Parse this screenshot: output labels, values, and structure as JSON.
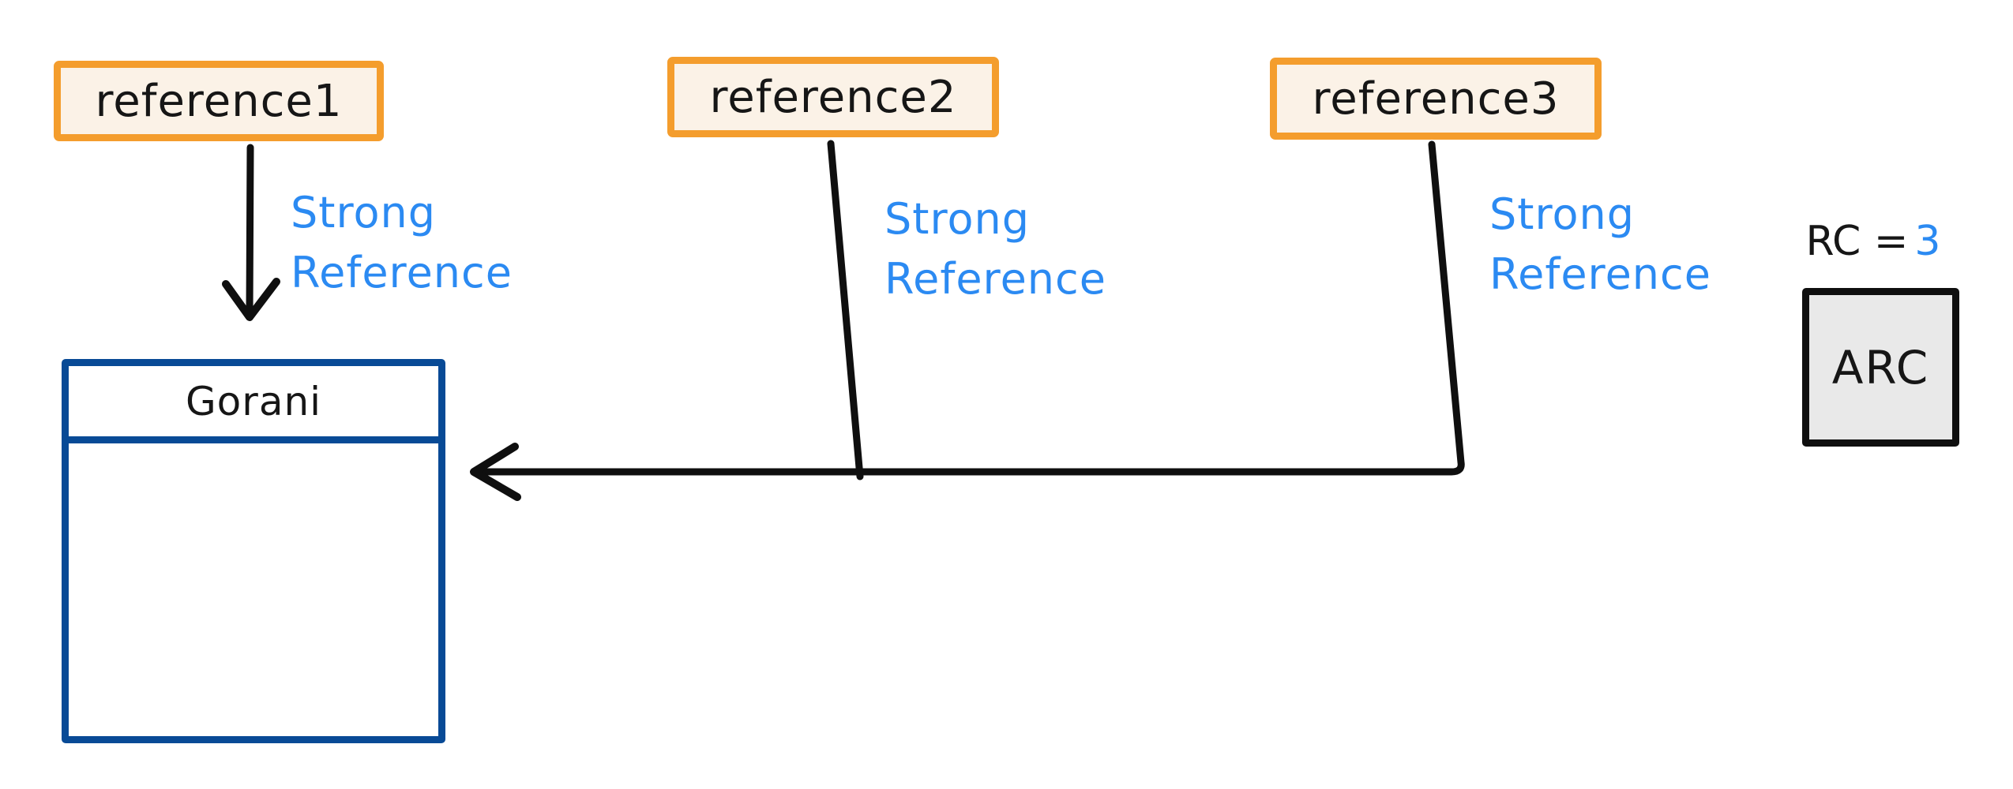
{
  "diagram": {
    "background": "#ffffff",
    "colors": {
      "reference_box_border": "#f49d2d",
      "reference_box_fill": "#fbf2e7",
      "object_box_border": "#084a96",
      "edge_label_blue": "#2b8af2",
      "arrow_black": "#0f0f0f",
      "arc_box_fill": "#e9e9e9",
      "text_black": "#161616"
    },
    "reference_boxes": [
      {
        "label": "reference1"
      },
      {
        "label": "reference2"
      },
      {
        "label": "reference3"
      }
    ],
    "edge_labels": [
      {
        "line1": "Strong",
        "line2": "Reference"
      },
      {
        "line1": "Strong",
        "line2": "Reference"
      },
      {
        "line1": "Strong",
        "line2": "Reference"
      }
    ],
    "object_box": {
      "title": "Gorani"
    },
    "arc": {
      "rc_label": "RC =",
      "rc_value": "3",
      "box_label": "ARC"
    }
  }
}
